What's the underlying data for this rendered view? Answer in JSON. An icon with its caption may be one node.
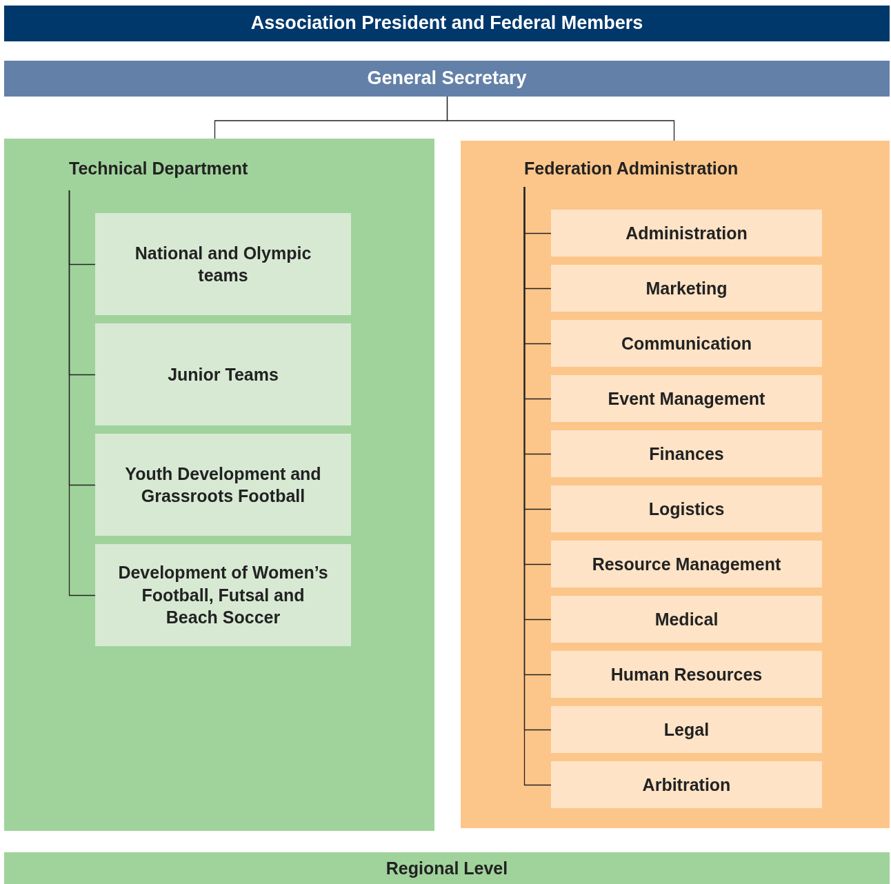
{
  "diagram": {
    "nodes": [
      {
        "text": [
          "Association President and Federal Members"
        ]
      },
      {
        "text": [
          "General Secretary"
        ]
      },
      {
        "text": [],
        "shape": "box"
      },
      {
        "text": [
          "Technical Department"
        ],
        "in": 2
      },
      {
        "text": [
          "National and Olympic teams"
        ],
        "in": 2
      },
      {
        "text": [
          "Junior Teams"
        ],
        "in": 2
      },
      {
        "text": [
          "Youth Development and Grassroots Football"
        ],
        "in": 2
      },
      {
        "text": [
          "Development of Women’s Football, Futsal and Beach Soccer"
        ],
        "in": 2
      },
      {
        "text": [],
        "shape": "box"
      },
      {
        "text": [
          "Federation Administration"
        ],
        "in": 8
      },
      {
        "text": [
          "Administration"
        ],
        "in": 8
      },
      {
        "text": [
          "Marketing"
        ],
        "in": 8
      },
      {
        "text": [
          "Communication"
        ],
        "in": 8
      },
      {
        "text": [
          "Event Management"
        ],
        "in": 8
      },
      {
        "text": [
          "Finances"
        ],
        "in": 8
      },
      {
        "text": [
          "Logistics"
        ],
        "in": 8
      },
      {
        "text": [
          "Resource Management"
        ],
        "in": 8
      },
      {
        "text": [
          "Medical"
        ],
        "in": 8
      },
      {
        "text": [
          "Human Resources"
        ],
        "in": 8
      },
      {
        "text": [
          "Legal"
        ],
        "in": 8
      },
      {
        "text": [
          "Arbitration"
        ],
        "in": 8
      },
      {
        "text": [
          "Regional Level"
        ]
      }
    ],
    "edges": [
      {
        "from": 1,
        "to": 2,
        "arrow": "none"
      },
      {
        "from": 1,
        "to": 8,
        "arrow": "none"
      },
      {
        "from": 3,
        "to": 4,
        "arrow": "none"
      },
      {
        "from": 3,
        "to": 5,
        "arrow": "none"
      },
      {
        "from": 3,
        "to": 6,
        "arrow": "none"
      },
      {
        "from": 3,
        "to": 7,
        "arrow": "none"
      },
      {
        "from": 9,
        "to": 10,
        "arrow": "none"
      },
      {
        "from": 9,
        "to": 11,
        "arrow": "none"
      },
      {
        "from": 9,
        "to": 12,
        "arrow": "none"
      },
      {
        "from": 9,
        "to": 13,
        "arrow": "none"
      },
      {
        "from": 9,
        "to": 14,
        "arrow": "none"
      },
      {
        "from": 9,
        "to": 15,
        "arrow": "none"
      },
      {
        "from": 9,
        "to": 16,
        "arrow": "none"
      },
      {
        "from": 9,
        "to": 17,
        "arrow": "none"
      },
      {
        "from": 9,
        "to": 18,
        "arrow": "none"
      },
      {
        "from": 9,
        "to": 19,
        "arrow": "none"
      },
      {
        "from": 9,
        "to": 20,
        "arrow": "none"
      }
    ]
  }
}
